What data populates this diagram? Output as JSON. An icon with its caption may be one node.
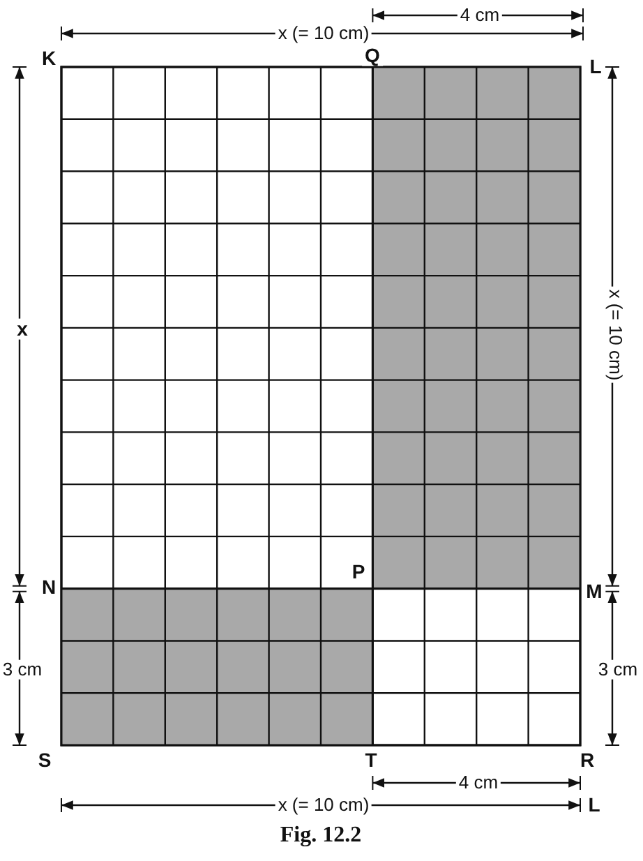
{
  "diagram": {
    "caption": "Fig. 12.2",
    "labels": [
      "4 cm",
      "x (= 10 cm)",
      "K",
      "Q",
      "L",
      "x",
      "x (= 10 cm)",
      "P",
      "N",
      "M",
      "3 cm",
      "3 cm",
      "S",
      "T",
      "R",
      "4 cm",
      "x (= 10 cm)",
      "L"
    ]
  }
}
